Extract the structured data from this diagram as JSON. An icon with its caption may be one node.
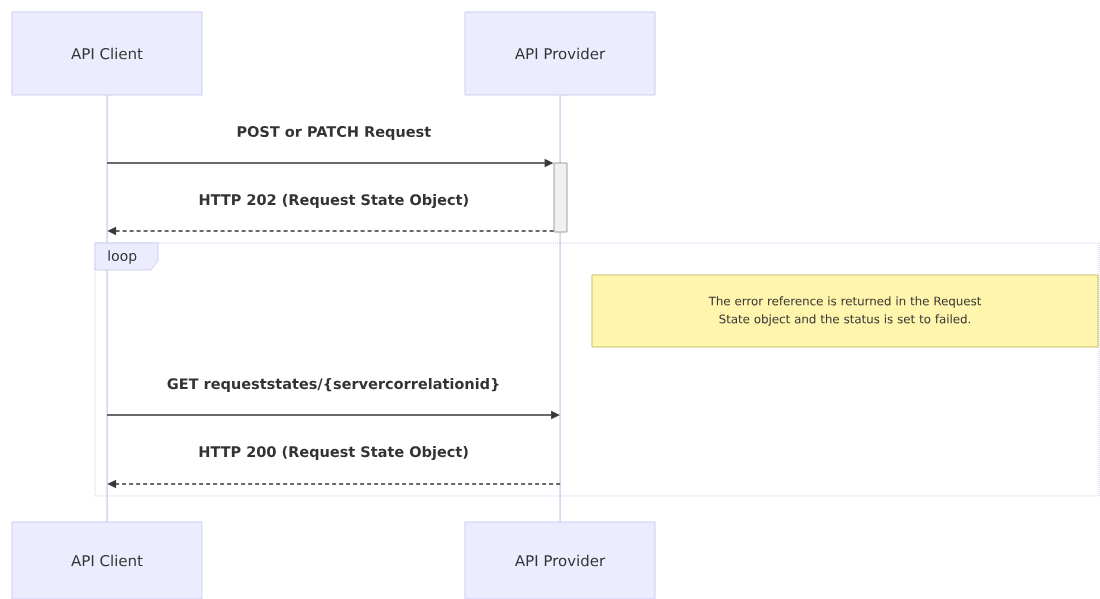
{
  "diagram": {
    "nodes": [
      {
        "text": [
          "API Client"
        ]
      },
      {
        "text": [
          "API Provider"
        ]
      },
      {
        "text": [
          "API Client"
        ]
      },
      {
        "text": [
          "API Provider"
        ]
      },
      {
        "text": [],
        "shape": "bar"
      },
      {
        "text": [
          "loop"
        ]
      },
      {
        "text": [
          "The error reference is returned in the Request State object and the status is set to failed."
        ],
        "in": 5
      },
      {
        "text": [],
        "shape": "line"
      },
      {
        "text": [],
        "shape": "line"
      }
    ],
    "edges": [
      {
        "from": 7,
        "to": 4,
        "arrow": "to",
        "label": "POST or PATCH Request"
      },
      {
        "from": 4,
        "to": 7,
        "arrow": "to",
        "label": "HTTP 202 (Request State Object)",
        "style": "dashed"
      },
      {
        "from": 7,
        "to": 8,
        "arrow": "to",
        "label": "GET requeststates/{servercorrelationid}"
      },
      {
        "from": 8,
        "to": 7,
        "arrow": "to",
        "label": "HTTP 200 (Request State Object)",
        "style": "dashed"
      }
    ]
  }
}
